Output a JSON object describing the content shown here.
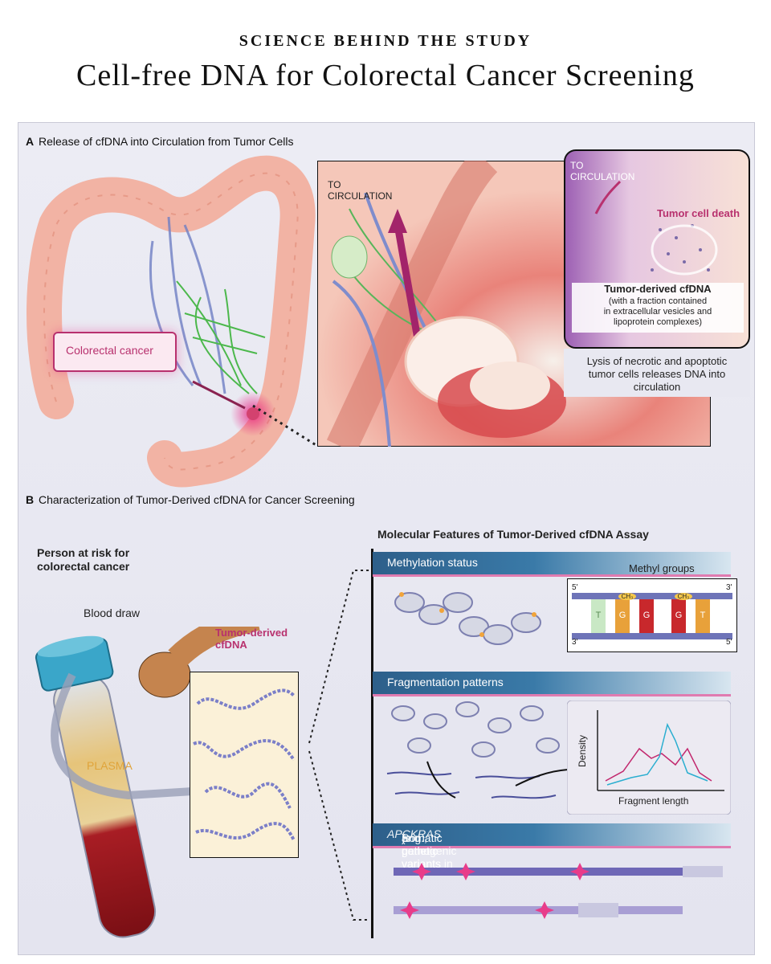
{
  "header": {
    "kicker": "SCIENCE BEHIND THE STUDY",
    "title": "Cell-free DNA for Colorectal Cancer Screening"
  },
  "section_a": {
    "letter": "A",
    "title": "Release of cfDNA into Circulation from Tumor Cells",
    "colorectal_label": "Colorectal cancer",
    "to_circulation_1": [
      "TO",
      "CIRCULATION"
    ],
    "to_circulation_2": [
      "TO",
      "CIRCULATION"
    ],
    "tumor_cell_death": "Tumor cell death",
    "tumor_cfdna": "Tumor-derived cfDNA",
    "tumor_cfdna_note": [
      "(with a fraction contained",
      "in extracellular vesicles and",
      "lipoprotein complexes)"
    ],
    "lysis_caption": [
      "Lysis of necrotic and apoptotic",
      "tumor cells releases DNA into",
      "circulation"
    ]
  },
  "section_b": {
    "letter": "B",
    "title": "Characterization of Tumor-Derived cfDNA for Cancer Screening",
    "person_label": [
      "Person at risk for",
      "colorectal cancer"
    ],
    "blood_draw": "Blood draw",
    "plasma": "PLASMA",
    "cfdna_label": [
      "Tumor-derived",
      "cfDNA"
    ],
    "assay_title": "Molecular Features of Tumor-Derived cfDNA Assay",
    "methylation": {
      "title": "Methylation status",
      "methyl_groups": "Methyl groups",
      "strand_end_top_left": "5'",
      "strand_end_top_right": "3'",
      "strand_end_bottom_left": "3'",
      "strand_end_bottom_right": "5'",
      "bases": [
        "T",
        "G",
        "G",
        "G",
        "T"
      ],
      "ch3": "CH₃"
    },
    "fragmentation": {
      "title": "Fragmentation patterns",
      "ylabel": "Density",
      "xlabel": "Fragment length"
    },
    "somatic": {
      "title": "Somatic genetic variants",
      "sub_pre": "(e.g., pathogenic variants in ",
      "gene1": "APC",
      "and": " and ",
      "gene2": "KRAS",
      "sub_post": ")"
    }
  },
  "colors": {
    "accent_pink": "#b8316e",
    "bar_blue": "#2d5f8a",
    "tissue": "#f2b3a4",
    "plasma": "#e8c77a",
    "blood": "#a81d24",
    "cap": "#3aa6c9"
  }
}
